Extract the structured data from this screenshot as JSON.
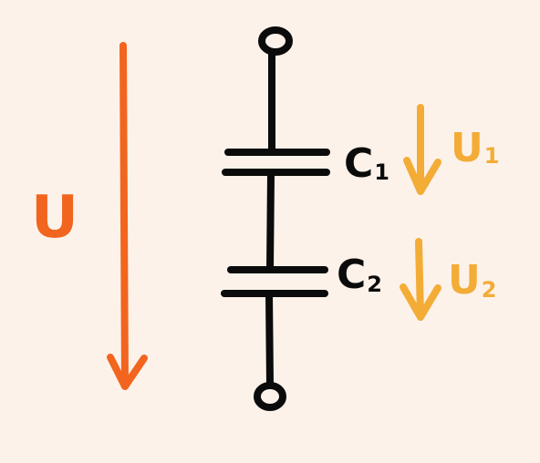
{
  "colors": {
    "background": "#FCF2EA",
    "total_voltage": "#F2651E",
    "partial_voltage": "#F3AC36",
    "circuit": "#0B0B0B"
  },
  "labels": {
    "total_voltage": "U",
    "c1_letter": "C",
    "c1_index": "1",
    "c2_letter": "C",
    "c2_index": "2",
    "u1_letter": "U",
    "u1_index": "1",
    "u2_letter": "U",
    "u2_index": "2"
  }
}
